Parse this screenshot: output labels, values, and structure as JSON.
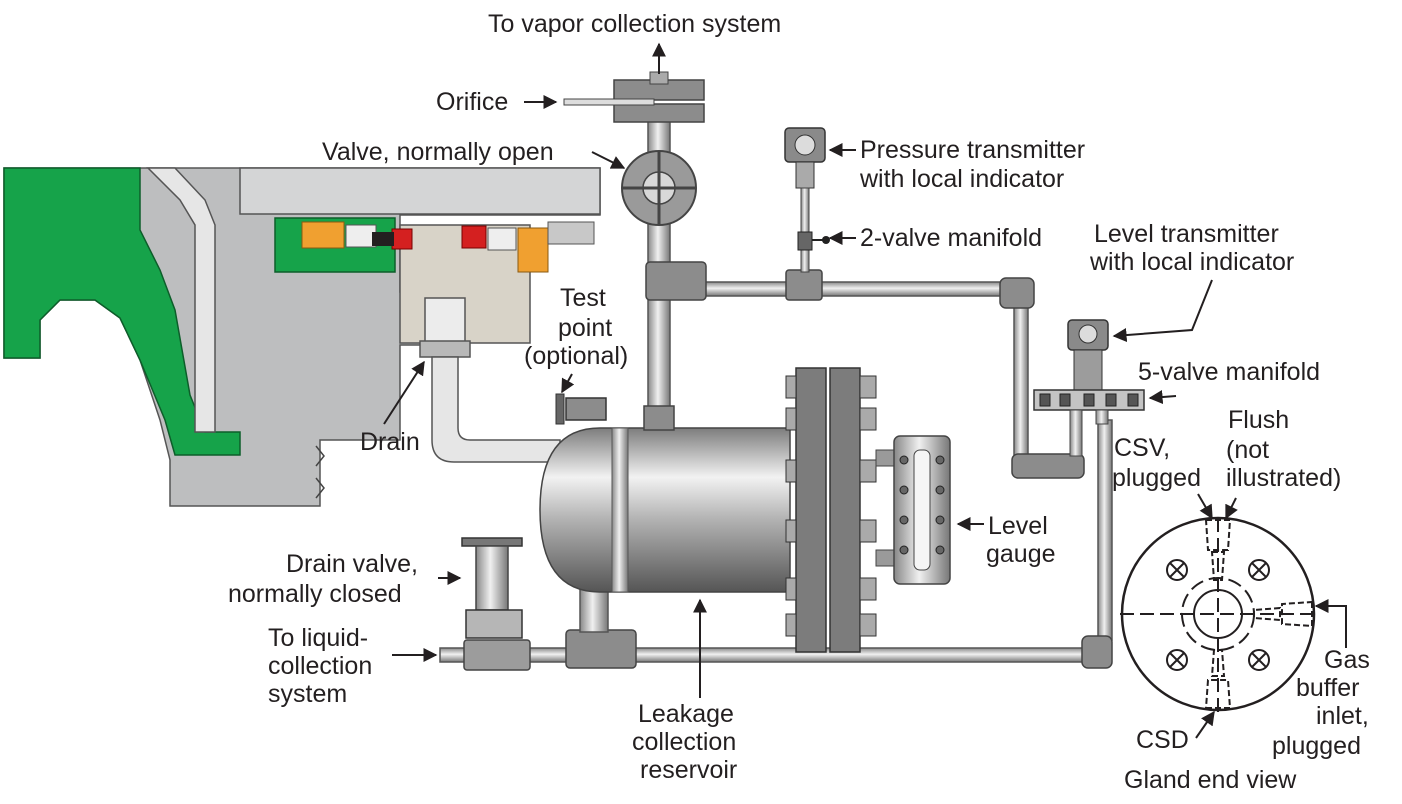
{
  "labels": {
    "vapor": "To vapor collection system",
    "orifice": "Orifice",
    "valve_open": "Valve, normally open",
    "pressure_tx_1": "Pressure transmitter",
    "pressure_tx_2": "with local indicator",
    "two_valve": "2-valve manifold",
    "level_tx_1": "Level transmitter",
    "level_tx_2": "with local indicator",
    "test_point_1": "Test",
    "test_point_2": "point",
    "test_point_3": "(optional)",
    "five_valve": "5-valve manifold",
    "drain": "Drain",
    "csv_1": "CSV,",
    "csv_2": "plugged",
    "flush_1": "Flush",
    "flush_2": "(not",
    "flush_3": "illustrated)",
    "level_gauge_1": "Level",
    "level_gauge_2": "gauge",
    "drain_valve_1": "Drain valve,",
    "drain_valve_2": "normally closed",
    "liquid_1": "To liquid-",
    "liquid_2": "collection",
    "liquid_3": "system",
    "gas_1": "Gas",
    "gas_2": "buffer",
    "gas_3": "inlet,",
    "gas_4": "plugged",
    "reservoir_1": "Leakage",
    "reservoir_2": "collection",
    "reservoir_3": "reservoir",
    "csd": "CSD",
    "gland": "Gland end view"
  },
  "colors": {
    "green": "#16a34a",
    "orange": "#f0a030",
    "red": "#d42020",
    "steel_light": "#e4e4e4",
    "steel_mid": "#b0b0b0",
    "steel_dark": "#6e6e6e"
  }
}
